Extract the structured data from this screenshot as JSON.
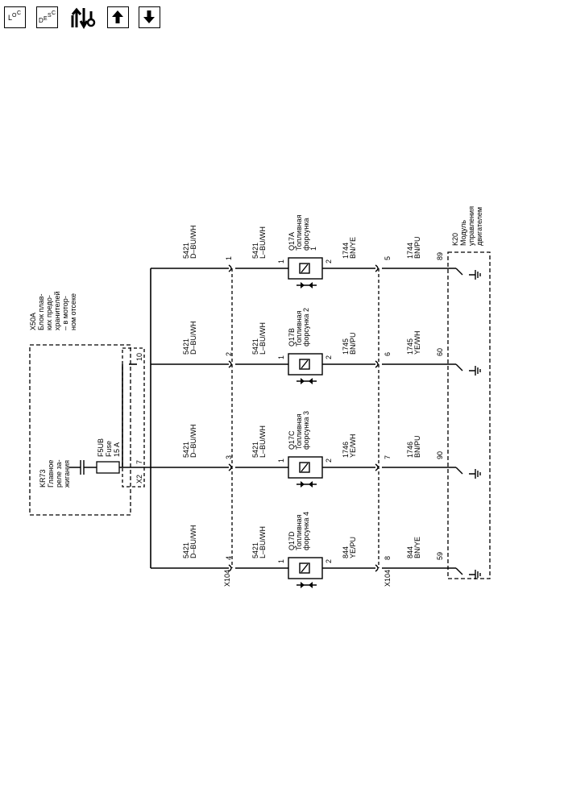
{
  "toolbar": {
    "loc": {
      "big": "L",
      "sub1": "O",
      "sub2": "C"
    },
    "desc": {
      "big": "D",
      "sub1": "E",
      "sub2": "S",
      "sub3": "C"
    }
  },
  "diagram": {
    "fuse_block": {
      "ref": "X50A",
      "desc": [
        "Блок плав-",
        "ких предо-",
        "хранителей",
        "– в мотор-",
        "ном отсеке"
      ],
      "relay_ref": "KR73",
      "relay_desc": [
        "Главное",
        "реле за-",
        "жигания"
      ],
      "fuse_ref": "F5UB",
      "fuse_name": "Fuse",
      "fuse_rating": "15 A",
      "conn_x2": "X2",
      "pin_7": "7",
      "pin_10": "10"
    },
    "conn_left": "X104",
    "conn_right": "X104",
    "ecm": {
      "ref": "K20",
      "desc": [
        "Модуль",
        "управления",
        "двигателем"
      ]
    },
    "channels": [
      {
        "feed_circuit": "5421",
        "feed_color": "D–BU/WH",
        "x104_in_pin": "1",
        "inj_circuit": "5421",
        "inj_color": "L–BU/WH",
        "inj_ref": "Q17A",
        "inj_desc": [
          "Топливная",
          "форсунка",
          "1"
        ],
        "inj_pin1": "1",
        "inj_pin2": "2",
        "out_circuit": "1744",
        "out_color": "BN/YE",
        "x104_out_pin": "5",
        "ecm_circuit": "1744",
        "ecm_color": "BN/PU",
        "ecm_pin": "89"
      },
      {
        "feed_circuit": "5421",
        "feed_color": "D–BU/WH",
        "x104_in_pin": "2",
        "inj_circuit": "5421",
        "inj_color": "L–BU/WH",
        "inj_ref": "Q17B",
        "inj_desc": [
          "Топливная",
          "форсунка 2"
        ],
        "inj_pin1": "1",
        "inj_pin2": "2",
        "out_circuit": "1745",
        "out_color": "BN/PU",
        "x104_out_pin": "6",
        "ecm_circuit": "1745",
        "ecm_color": "YE/WH",
        "ecm_pin": "60"
      },
      {
        "feed_circuit": "5421",
        "feed_color": "D–BU/WH",
        "x104_in_pin": "3",
        "inj_circuit": "5421",
        "inj_color": "L–BU/WH",
        "inj_ref": "Q17C",
        "inj_desc": [
          "Топливная",
          "форсунка 3"
        ],
        "inj_pin1": "1",
        "inj_pin2": "2",
        "out_circuit": "1746",
        "out_color": "YE/WH",
        "x104_out_pin": "7",
        "ecm_circuit": "1746",
        "ecm_color": "BN/PU",
        "ecm_pin": "90"
      },
      {
        "feed_circuit": "5421",
        "feed_color": "D–BU/WH",
        "x104_in_pin": "4",
        "inj_circuit": "5421",
        "inj_color": "L–BU/WH",
        "inj_ref": "Q17D",
        "inj_desc": [
          "Топливная",
          "форсунка 4"
        ],
        "inj_pin1": "1",
        "inj_pin2": "2",
        "out_circuit": "844",
        "out_color": "YE/PU",
        "x104_out_pin": "8",
        "ecm_circuit": "844",
        "ecm_color": "BN/YE",
        "ecm_pin": "59"
      }
    ]
  }
}
